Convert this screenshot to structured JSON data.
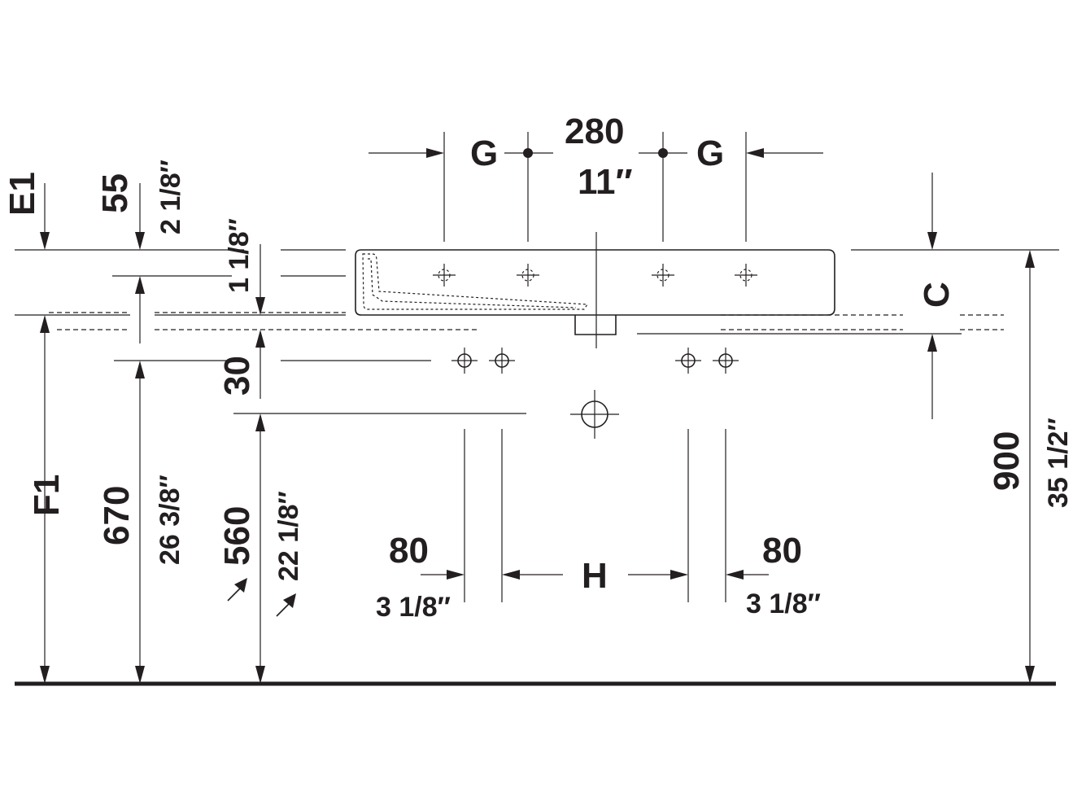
{
  "colors": {
    "ink": "#231f20",
    "background": "#ffffff"
  },
  "labels": {
    "E1": "E1",
    "F1": "F1",
    "C": "C",
    "G_left": "G",
    "G_right": "G",
    "H": "H",
    "d280": "280",
    "d11in": "11″",
    "d55": "55",
    "d2_1_8": "2 1/8″",
    "d1_1_8": "1 1/8″",
    "d30": "30",
    "d670": "670",
    "d26_3_8": "26 3/8″",
    "d560": "560",
    "d22_1_8": "22 1/8″",
    "d80_left": "80",
    "d3_1_8_left": "3 1/8″",
    "d80_right": "80",
    "d3_1_8_right": "3 1/8″",
    "d900": "900",
    "d35_1_2": "35 1/2″"
  }
}
